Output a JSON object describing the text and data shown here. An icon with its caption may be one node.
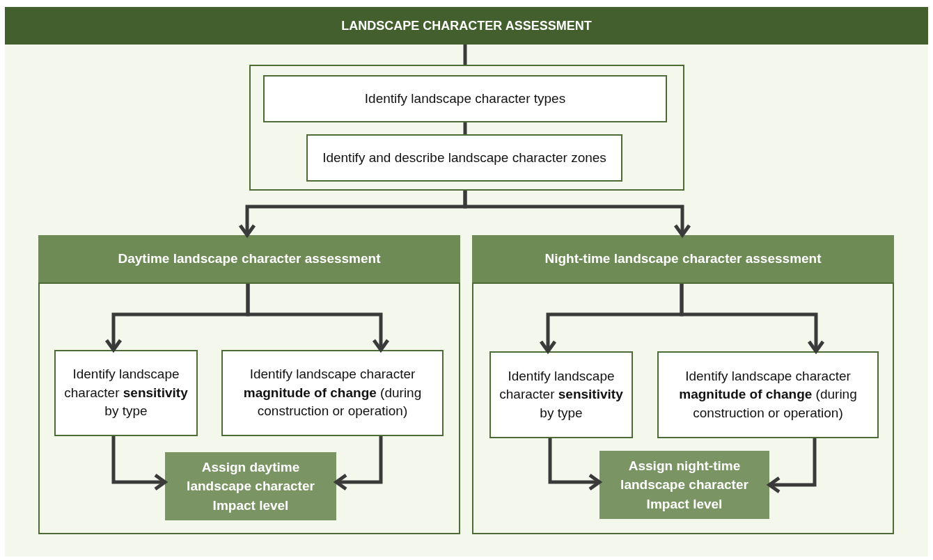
{
  "diagram": {
    "title": "LANDSCAPE CHARACTER ASSESSMENT",
    "nodes": [
      {
        "text": [],
        "shape": "box"
      },
      {
        "text": [
          "Identify landscape character types"
        ],
        "in": 0
      },
      {
        "text": [
          "Identify and describe landscape character zones"
        ],
        "in": 0
      },
      {
        "text": [],
        "shape": "box"
      },
      {
        "text": [
          "Daytime landscape character assessment"
        ],
        "in": 3
      },
      {
        "text": [
          "Identify landscape character **sensitivity** by type"
        ],
        "in": 3
      },
      {
        "text": [
          "Identify landscape character **magnitude of change** (during construction or operation)"
        ],
        "in": 3
      },
      {
        "text": [
          "Assign daytime landscape character Impact level"
        ],
        "in": 3
      },
      {
        "text": [],
        "shape": "box"
      },
      {
        "text": [
          "Night-time landscape character assessment"
        ],
        "in": 8
      },
      {
        "text": [
          "Identify landscape character **sensitivity** by type"
        ],
        "in": 8
      },
      {
        "text": [
          "Identify landscape character **magnitude of change** (during construction or operation)"
        ],
        "in": 8
      },
      {
        "text": [
          "Assign night-time landscape character Impact level"
        ],
        "in": 8
      }
    ],
    "edges": [
      {
        "from": null,
        "to": 0,
        "arrow": "none"
      },
      {
        "from": 1,
        "to": 2,
        "arrow": "none"
      },
      {
        "from": 0,
        "to": 4,
        "arrow": "to"
      },
      {
        "from": 0,
        "to": 9,
        "arrow": "to"
      },
      {
        "from": 4,
        "to": 5,
        "arrow": "to"
      },
      {
        "from": 4,
        "to": 6,
        "arrow": "to"
      },
      {
        "from": 5,
        "to": 7,
        "arrow": "to"
      },
      {
        "from": 6,
        "to": 7,
        "arrow": "to"
      },
      {
        "from": 9,
        "to": 10,
        "arrow": "to"
      },
      {
        "from": 9,
        "to": 11,
        "arrow": "to"
      },
      {
        "from": 10,
        "to": 12,
        "arrow": "to"
      },
      {
        "from": 11,
        "to": 12,
        "arrow": "to"
      }
    ]
  }
}
